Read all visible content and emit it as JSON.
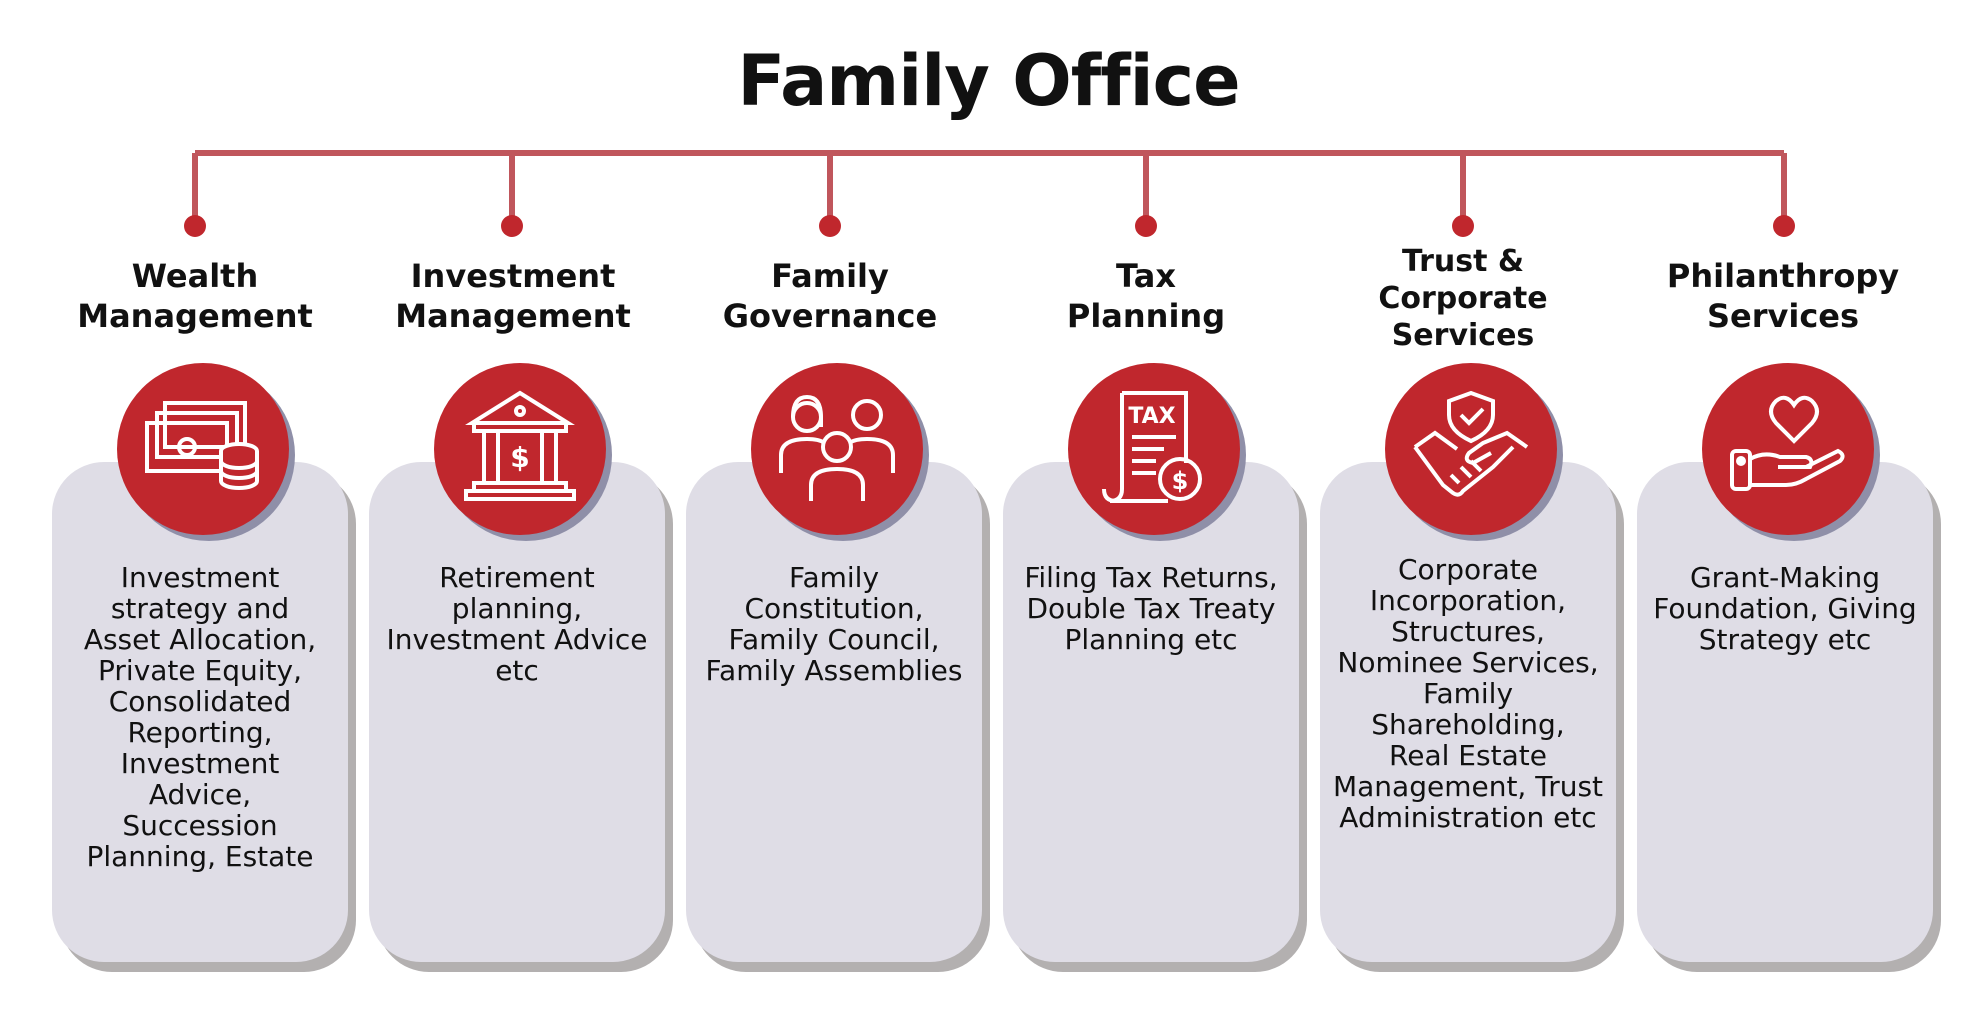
{
  "title": "Family Office",
  "colors": {
    "accent": "#c0272d",
    "connector": "#c0565c",
    "card": "#dfdde6",
    "card_shadow": "#b3b0b0"
  },
  "services": [
    {
      "heading": "Wealth\nManagement",
      "icon": "money-stack-icon",
      "description": "Investment\nstrategy and\nAsset Allocation,\nPrivate Equity,\nConsolidated\nReporting,\nInvestment\nAdvice,\nSuccession\nPlanning, Estate"
    },
    {
      "heading": "Investment\nManagement",
      "icon": "bank-dollar-icon",
      "description": "Retirement\nplanning,\nInvestment Advice\netc"
    },
    {
      "heading": "Family\nGovernance",
      "icon": "family-icon",
      "description": "Family\nConstitution,\nFamily Council,\nFamily Assemblies"
    },
    {
      "heading": "Tax\nPlanning",
      "icon": "tax-document-icon",
      "description": "Filing Tax Returns,\nDouble Tax Treaty\nPlanning etc"
    },
    {
      "heading": "Trust &\nCorporate\nServices",
      "icon": "handshake-shield-icon",
      "description": "Corporate\nIncorporation,\nStructures,\nNominee Services,\nFamily\nShareholding,\nReal Estate\nManagement, Trust\nAdministration etc"
    },
    {
      "heading": "Philanthropy\nServices",
      "icon": "hand-heart-icon",
      "description": "Grant-Making\nFoundation, Giving\nStrategy etc"
    }
  ]
}
